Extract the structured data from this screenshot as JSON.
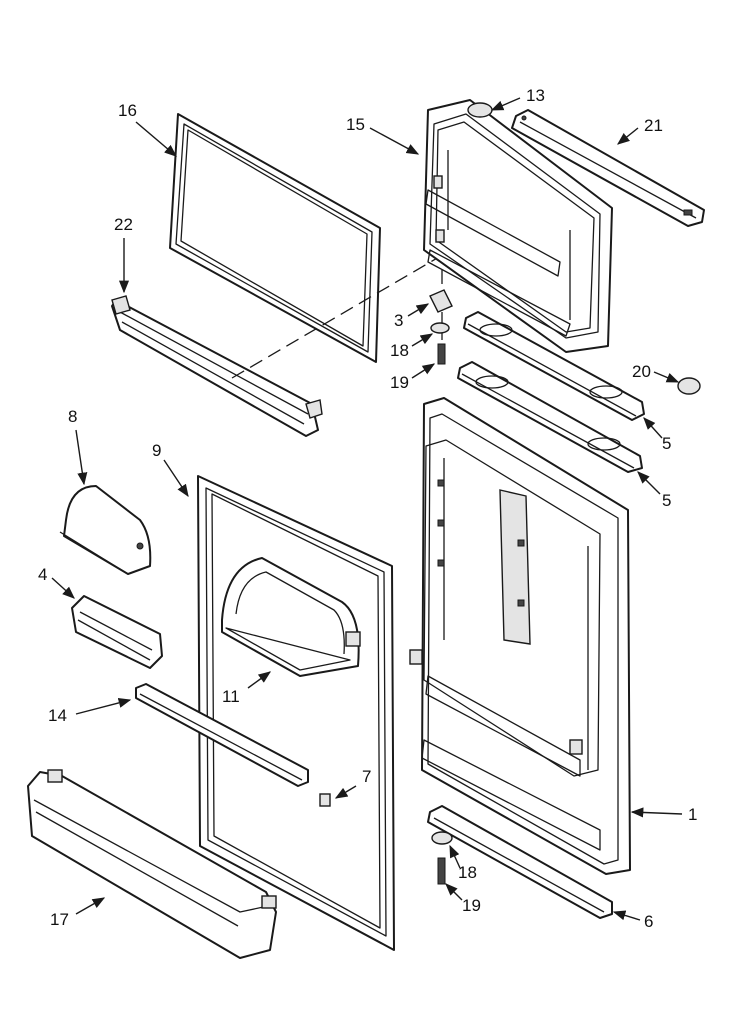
{
  "diagram": {
    "callouts": {
      "c1": "1",
      "c3": "3",
      "c4": "4",
      "c5a": "5",
      "c5b": "5",
      "c6": "6",
      "c7": "7",
      "c8": "8",
      "c9": "9",
      "c11": "11",
      "c13": "13",
      "c14": "14",
      "c15": "15",
      "c16": "16",
      "c17": "17",
      "c18a": "18",
      "c18b": "18",
      "c19a": "19",
      "c19b": "19",
      "c20": "20",
      "c21": "21",
      "c22": "22"
    },
    "colors": {
      "line": "#1a1a1a",
      "shade": "#e4e4e4",
      "background": "#ffffff"
    }
  }
}
